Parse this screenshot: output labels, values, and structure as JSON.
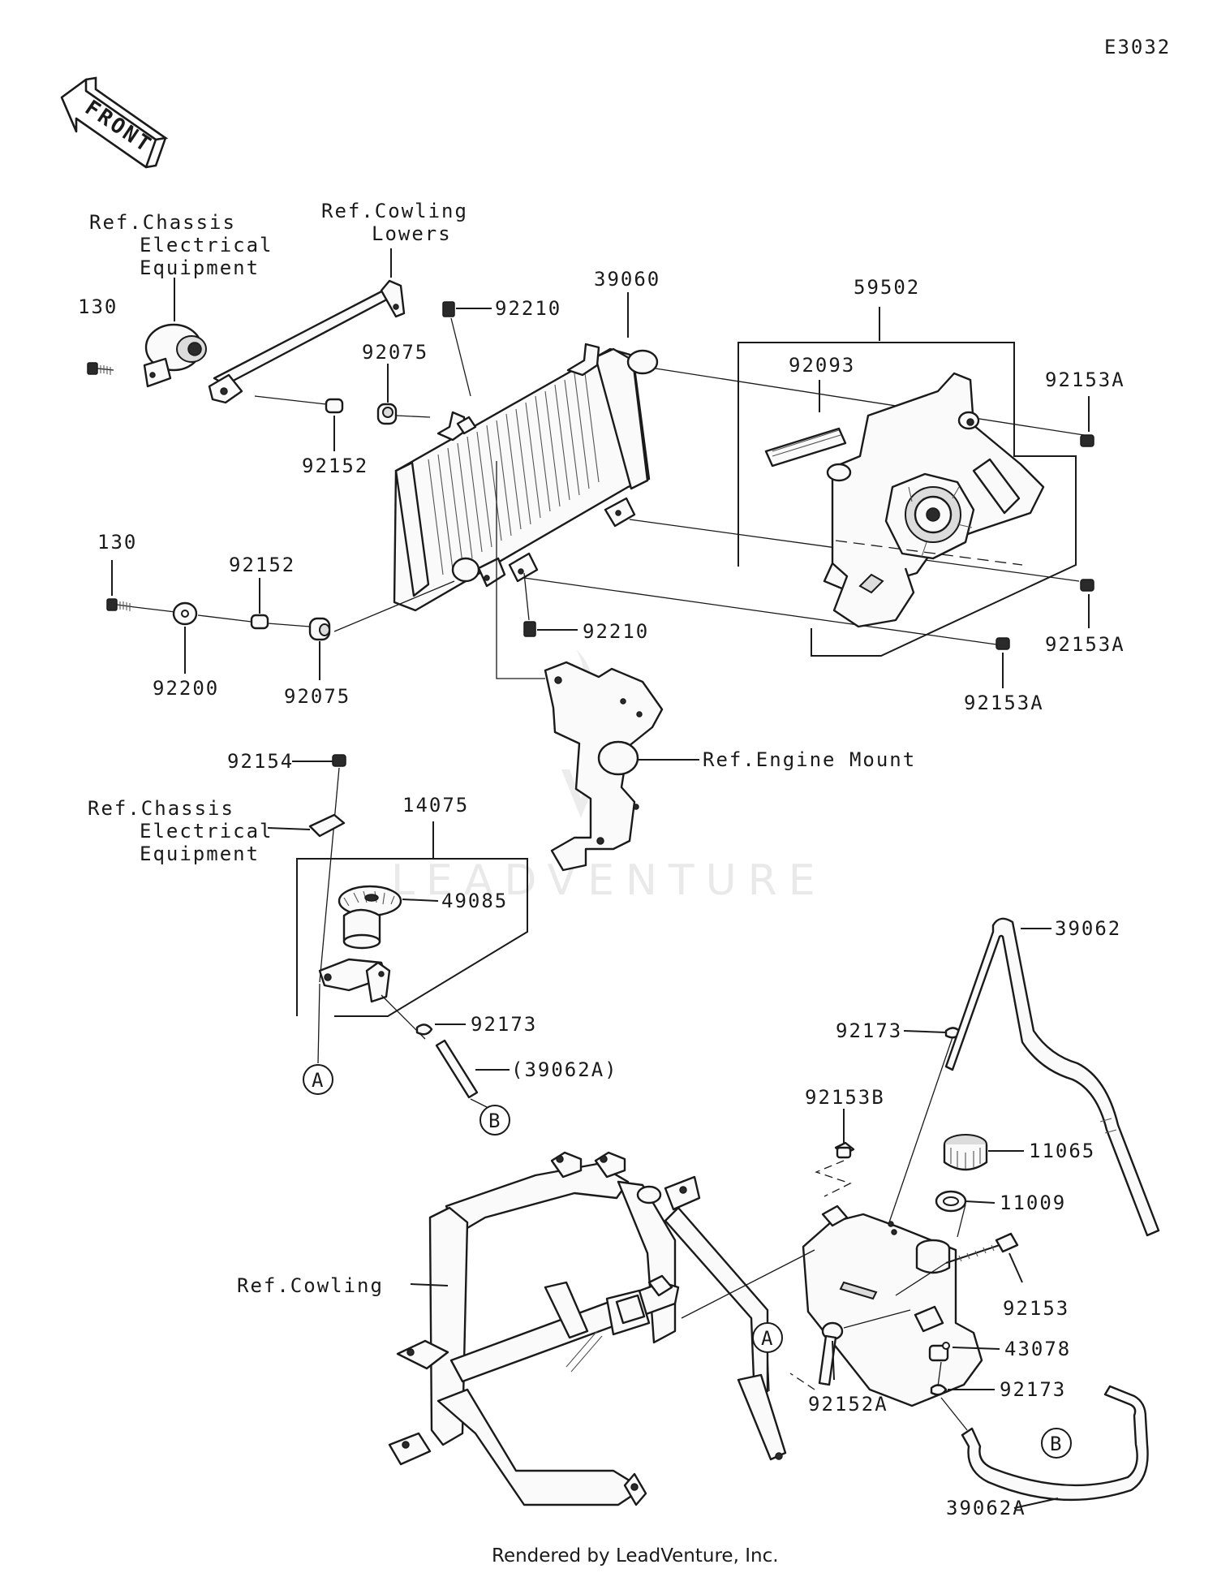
{
  "diagram": {
    "code": "E3032",
    "front_label": "FRONT",
    "watermark": "LEADVENTURE",
    "credit": "Rendered by LeadVenture, Inc."
  },
  "labels": {
    "ref_chassis_1": [
      "Ref.Chassis",
      "Electrical",
      "Equipment"
    ],
    "ref_cowling_lowers": [
      "Ref.Cowling",
      "Lowers"
    ],
    "p39060": "39060",
    "p59502": "59502",
    "p92210_top": "92210",
    "p92075_top": "92075",
    "p92093": "92093",
    "p92153A_1": "92153A",
    "p130_top": "130",
    "p92152_top": "92152",
    "p130_bot": "130",
    "p92152_bot": "92152",
    "p92200": "92200",
    "p92075_bot": "92075",
    "p92210_bot": "92210",
    "p92153A_2": "92153A",
    "p92153A_3": "92153A",
    "ref_engine_mount": "Ref.Engine Mount",
    "p92154": "92154",
    "ref_chassis_2": [
      "Ref.Chassis",
      "Electrical",
      "Equipment"
    ],
    "p14075": "14075",
    "p49085": "49085",
    "p92173_a": "92173",
    "p39062A_paren": "(39062A)",
    "p39062": "39062",
    "p92173_b": "92173",
    "p92153B": "92153B",
    "p11065": "11065",
    "p11009": "11009",
    "p92153": "92153",
    "ref_cowling": "Ref.Cowling",
    "p43078": "43078",
    "p92173_c": "92173",
    "p92152A": "92152A",
    "p39062A": "39062A",
    "callout_A": "A",
    "callout_B": "B"
  }
}
